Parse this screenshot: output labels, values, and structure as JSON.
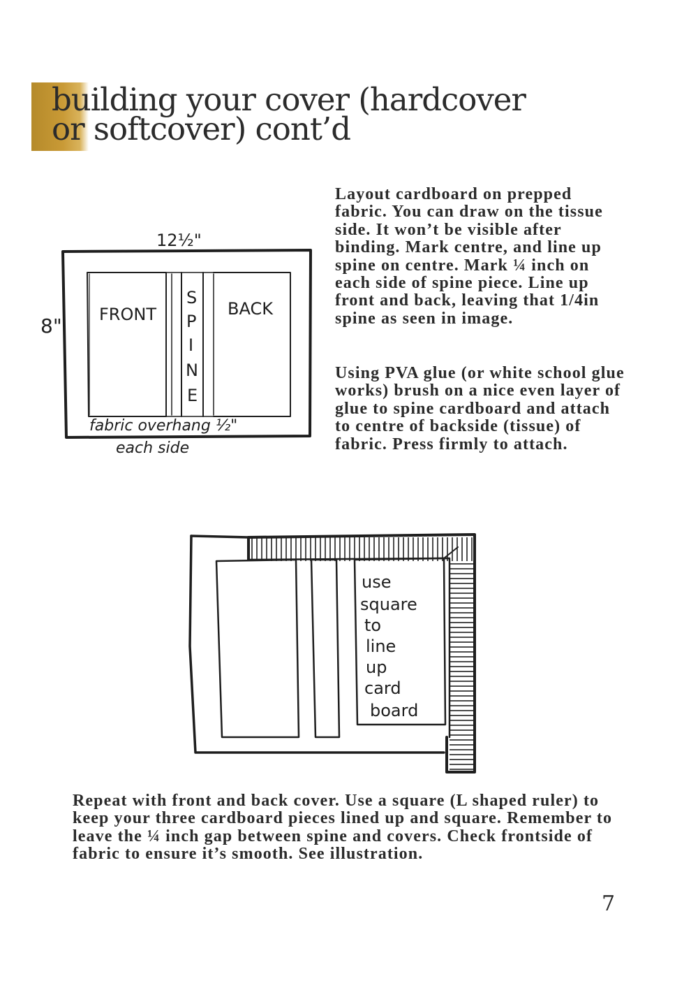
{
  "title": {
    "line1": "building your cover (hardcover",
    "line2": "or softcover) cont’d"
  },
  "paragraphs": {
    "p1": "Layout cardboard on prepped fabric. You can draw on the tissue side. It won’t be visible after binding. Mark centre, and line up spine on centre. Mark ¼ inch on each side of spine piece. Line up front and back, leaving that 1/4in spine as seen in image.",
    "p2": "Using PVA glue (or white school glue works) brush on a nice even layer of glue to spine cardboard and attach to centre of backside (tissue) of fabric. Press firmly to attach.",
    "p3": "Repeat with front and back cover. Use a square (L shaped ruler) to keep your three cardboard pieces lined up and square. Remember to leave the ¼ inch gap between spine and covers. Check frontside of fabric to ensure it’s smooth. See illustration."
  },
  "figure1": {
    "width_label": "12½\"",
    "height_label": "8\"",
    "front_label": "FRONT",
    "back_label": "BACK",
    "spine_letters": [
      "S",
      "P",
      "I",
      "N",
      "E"
    ],
    "overhang_line1": "fabric overhang ½\"",
    "overhang_line2": "each side"
  },
  "figure2": {
    "note_words": [
      "use",
      "square",
      "to",
      "line",
      "up",
      "card",
      "board"
    ]
  },
  "page_number": "7",
  "colors": {
    "accent": "#c99a36",
    "text": "#2a2a2a"
  }
}
